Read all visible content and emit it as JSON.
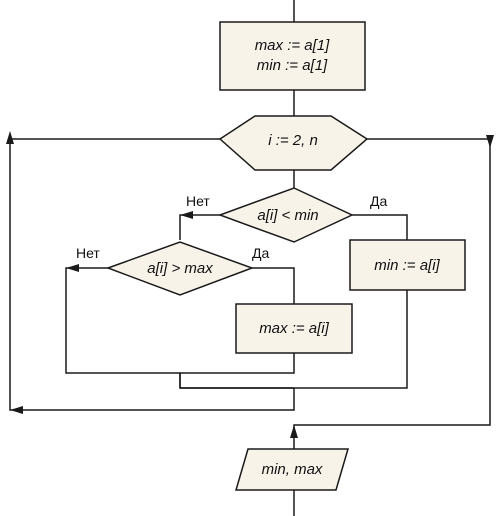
{
  "blocks": {
    "init_max": "max := a[1]",
    "init_min": "min := a[1]",
    "loop": "i := 2, n",
    "cond_min": "a[i] < min",
    "assign_min": "min := a[i]",
    "cond_max": "a[i] > max",
    "assign_max": "max := a[i]",
    "output": "min, max"
  },
  "branches": {
    "cond_min_yes": "Да",
    "cond_min_no": "Нет",
    "cond_max_yes": "Да",
    "cond_max_no": "Нет"
  }
}
